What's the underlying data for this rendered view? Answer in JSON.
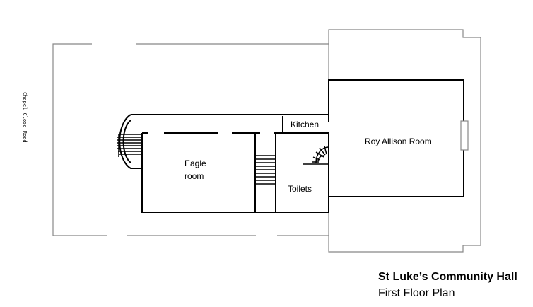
{
  "rooms": {
    "kitchen": "Kitchen",
    "roy_allison": "Roy Allison Room",
    "eagle_line1": "Eagle",
    "eagle_line2": "room",
    "toilets": "Toilets"
  },
  "side_label": "Chapel Close Road",
  "caption": {
    "title": "St Luke’s Community Hall",
    "subtitle": "First Floor Plan"
  },
  "colors": {
    "outline_gray": "#888888",
    "wall_black": "#000000"
  }
}
